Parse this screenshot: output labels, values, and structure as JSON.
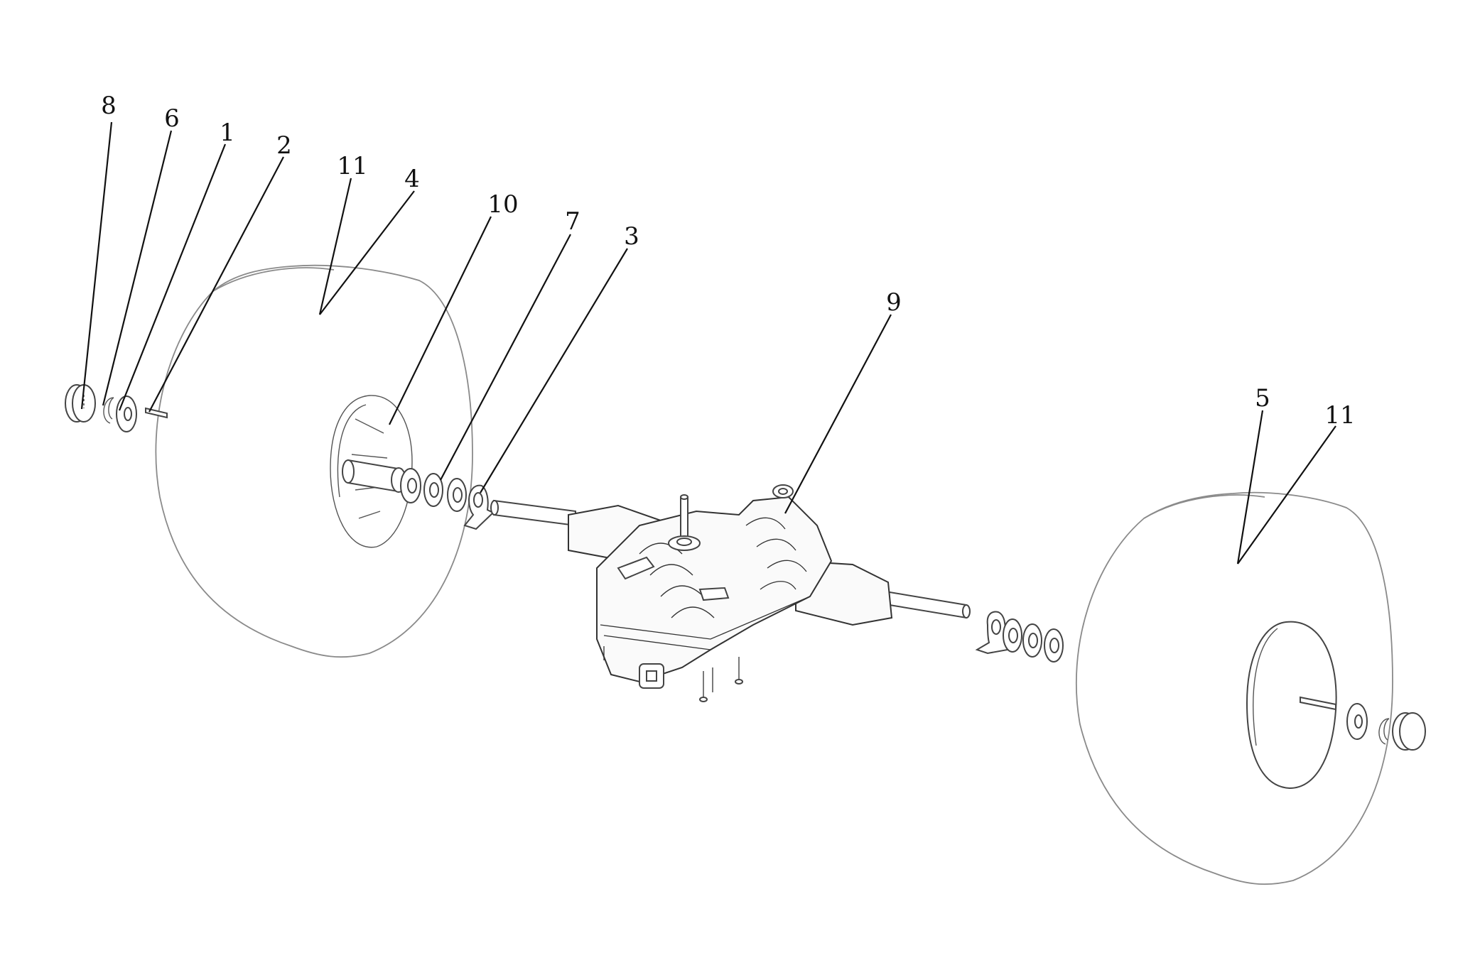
{
  "diagram": {
    "callouts": [
      {
        "id": "c8",
        "label": "8",
        "part": "hub-cap"
      },
      {
        "id": "c6",
        "label": "6",
        "part": "e-clip"
      },
      {
        "id": "c1",
        "label": "1",
        "part": "washer"
      },
      {
        "id": "c2",
        "label": "2",
        "part": "key"
      },
      {
        "id": "c11a",
        "label": "11",
        "part": "left-tire"
      },
      {
        "id": "c4",
        "label": "4",
        "part": "left-wheel"
      },
      {
        "id": "c10",
        "label": "10",
        "part": "hub-spacer"
      },
      {
        "id": "c7",
        "label": "7",
        "part": "thrust-washer"
      },
      {
        "id": "c3",
        "label": "3",
        "part": "axle-bracket"
      },
      {
        "id": "c9",
        "label": "9",
        "part": "transaxle"
      },
      {
        "id": "c5",
        "label": "5",
        "part": "right-wheel"
      },
      {
        "id": "c11b",
        "label": "11",
        "part": "right-tire"
      }
    ]
  }
}
